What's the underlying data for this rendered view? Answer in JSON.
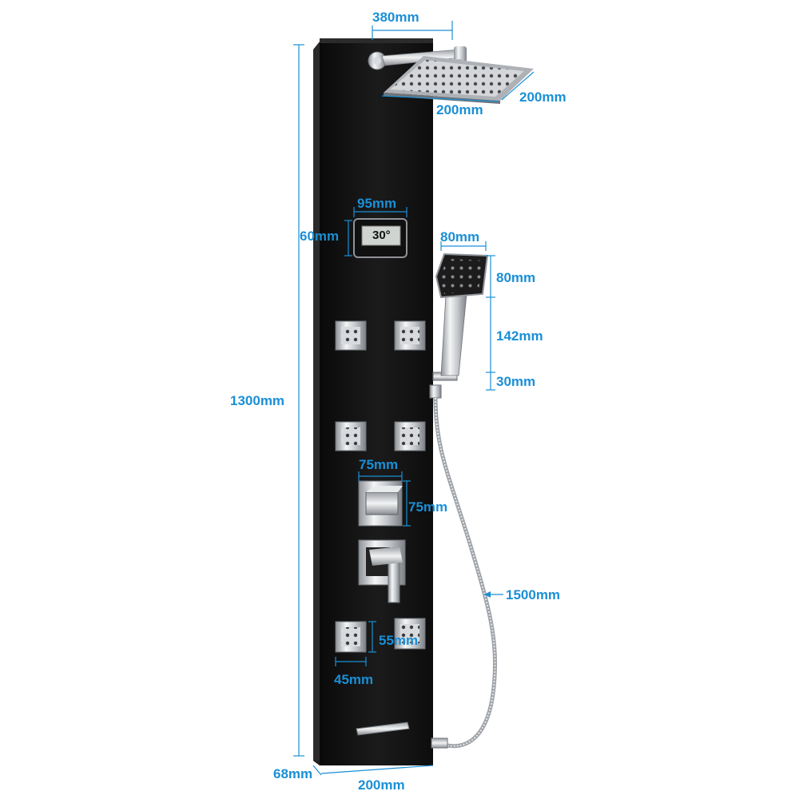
{
  "colors": {
    "dimension": "#1a8fd6",
    "panel": "#151515",
    "chrome": "#c9ccd0",
    "background": "#ffffff"
  },
  "display": {
    "temperature": "30°"
  },
  "dimensions": {
    "arm_length": "380mm",
    "rain_head_width": "200mm",
    "rain_head_depth": "200mm",
    "display_width": "95mm",
    "display_height": "60mm",
    "hand_head_width": "80mm",
    "hand_head_height": "80mm",
    "hand_handle": "142mm",
    "holder": "30mm",
    "panel_height": "1300mm",
    "valve_width": "75mm",
    "valve_height": "75mm",
    "hose_length": "1500mm",
    "jet_height": "55mm",
    "jet_width": "45mm",
    "panel_depth": "68mm",
    "panel_width": "200mm"
  }
}
